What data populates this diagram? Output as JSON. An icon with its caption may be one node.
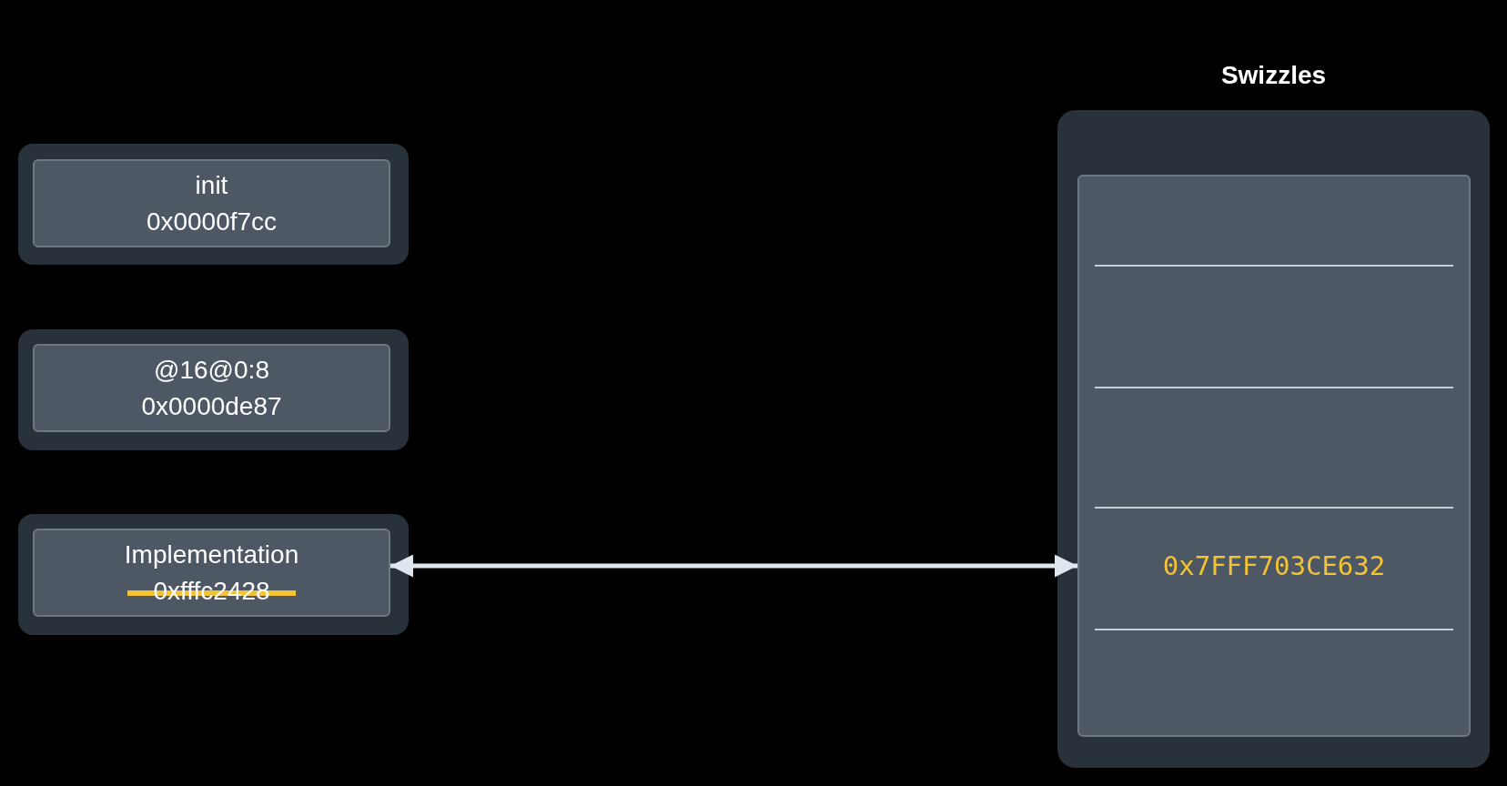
{
  "diagram": {
    "nodes": [
      {
        "text": [],
        "shape": "box"
      },
      {
        "text": [
          "init",
          "0x0000f7cc"
        ],
        "in": 0
      },
      {
        "text": [],
        "shape": "box"
      },
      {
        "text": [
          "@16@0:8",
          "0x0000de87"
        ],
        "in": 2
      },
      {
        "text": [],
        "shape": "box"
      },
      {
        "text": [
          "Implementation",
          "0xfffc2428"
        ],
        "in": 4
      },
      {
        "text": [
          "Swizzles"
        ]
      },
      {
        "text": [],
        "shape": "box",
        "in": 6
      },
      {
        "text": [
          "0x7FFF703CE632"
        ],
        "in": 7
      }
    ],
    "edges": [
      {
        "from": 5,
        "to": 8,
        "arrow": "both"
      }
    ]
  }
}
